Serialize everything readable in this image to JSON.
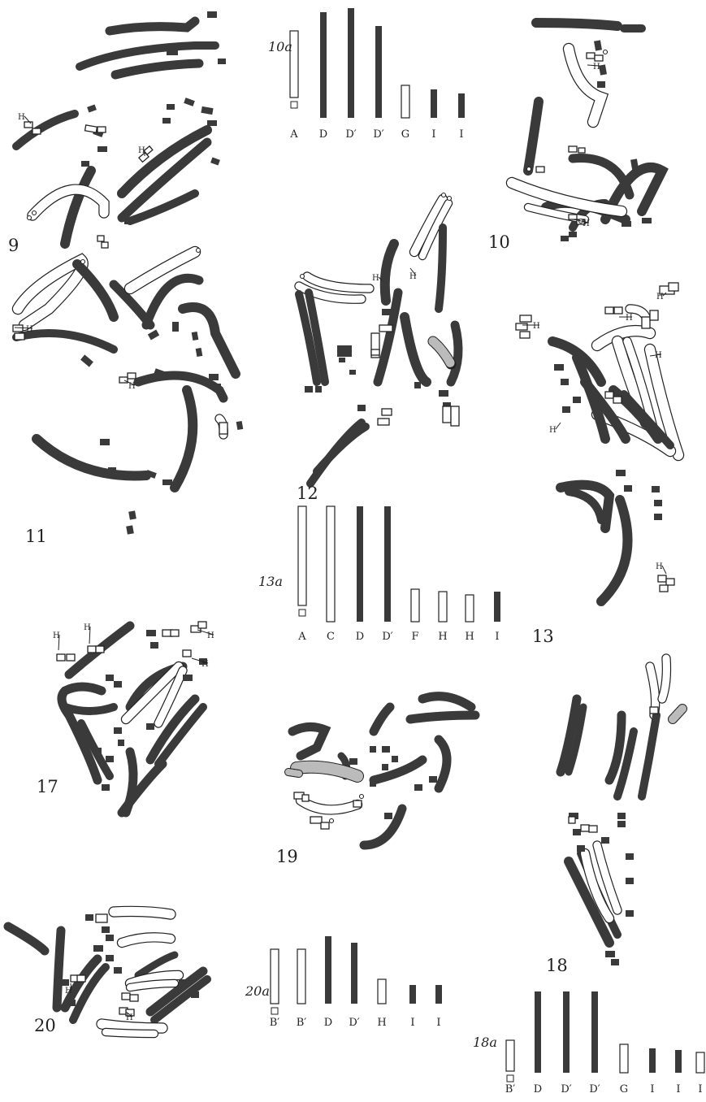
{
  "figures": {
    "f9": "9",
    "f10": "10",
    "f11": "11",
    "f12": "12",
    "f13": "13",
    "f17": "17",
    "f18": "18",
    "f19": "19",
    "f20": "20"
  },
  "idiograms": {
    "i10a": {
      "title": "10a",
      "labels": [
        "A",
        "D",
        "D′",
        "D′",
        "G",
        "I",
        "I"
      ]
    },
    "i13a": {
      "title": "13a",
      "labels": [
        "A",
        "C",
        "D",
        "D′",
        "F",
        "H",
        "H",
        "I"
      ]
    },
    "i20a": {
      "title": "20a",
      "labels": [
        "B′",
        "B′",
        "D",
        "D′",
        "H",
        "I",
        "I"
      ]
    },
    "i18a": {
      "title": "18a",
      "labels": [
        "B′",
        "D",
        "D′",
        "D′",
        "G",
        "I",
        "I",
        "I"
      ]
    }
  },
  "marker_letter": "H",
  "colors": {
    "dark_chromosome": "#3a3a3a",
    "light_chromosome": "#ffffff",
    "ink": "#222222"
  }
}
